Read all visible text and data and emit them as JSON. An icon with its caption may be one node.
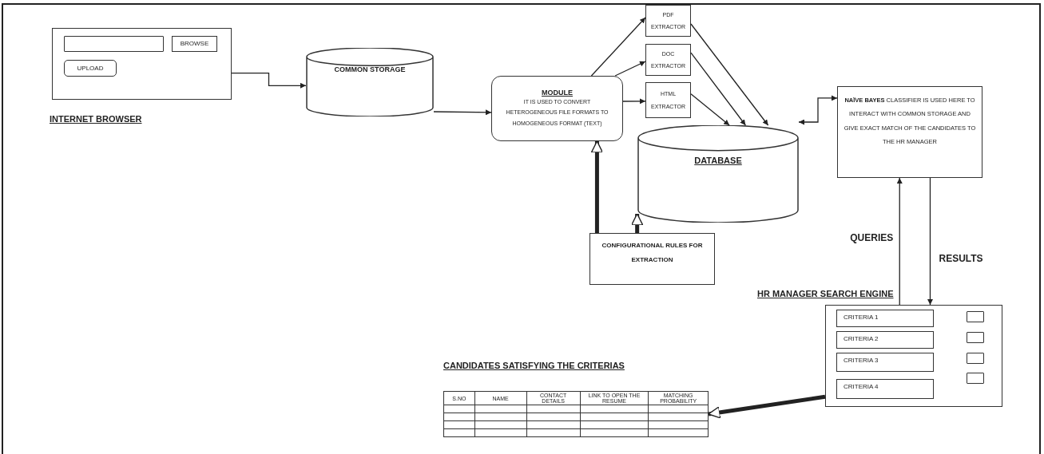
{
  "diagram": {
    "nodes": [
      {
        "text": [
          "INTERNET BROWSER"
        ]
      },
      {
        "text": [],
        "shape": "box",
        "in": 0
      },
      {
        "text": [
          "BROWSE"
        ],
        "in": 0
      },
      {
        "text": [
          "UPLOAD"
        ],
        "in": 0
      },
      {
        "text": [
          "COMMON STORAGE"
        ]
      },
      {
        "text": [
          "MODULE",
          "IT IS USED TO CONVERT HETEROGENEOUS FILE FORMATS TO HOMOGENEOUS FORMAT (TEXT)"
        ]
      },
      {
        "text": [
          "PDF EXTRACTOR"
        ]
      },
      {
        "text": [
          "DOC EXTRACTOR"
        ]
      },
      {
        "text": [
          "HTML EXTRACTOR"
        ]
      },
      {
        "text": [
          "DATABASE"
        ]
      },
      {
        "text": [
          "**NAÏVE BAYES** CLASSIFIER IS USED HERE TO INTERACT WITH COMMON STORAGE AND GIVE EXACT MATCH OF THE CANDIDATES TO THE HR MANAGER"
        ]
      },
      {
        "text": [
          "CONFIGURATIONAL RULES FOR EXTRACTION"
        ]
      },
      {
        "text": [
          "HR MANAGER SEARCH ENGINE"
        ]
      },
      {
        "text": [
          "CRITERIA 1"
        ],
        "in": 12
      },
      {
        "text": [
          "CRITERIA 2"
        ],
        "in": 12
      },
      {
        "text": [
          "CRITERIA 3"
        ],
        "in": 12
      },
      {
        "text": [
          "CRITERIA 4"
        ],
        "in": 12
      },
      {
        "text": [],
        "shape": "box",
        "in": 12
      },
      {
        "text": [],
        "shape": "box",
        "in": 12
      },
      {
        "text": [],
        "shape": "box",
        "in": 12
      },
      {
        "text": [],
        "shape": "box",
        "in": 12
      },
      {
        "text": [
          "CANDIDATES SATISFYING THE CRITERIAS"
        ]
      }
    ],
    "edges": [
      {
        "from": 0,
        "to": 4,
        "arrow": "to"
      },
      {
        "from": 4,
        "to": 5,
        "arrow": "to"
      },
      {
        "from": 5,
        "to": 6,
        "arrow": "to"
      },
      {
        "from": 5,
        "to": 7,
        "arrow": "to"
      },
      {
        "from": 5,
        "to": 8,
        "arrow": "to"
      },
      {
        "from": 6,
        "to": 9,
        "arrow": "to"
      },
      {
        "from": 7,
        "to": 9,
        "arrow": "to"
      },
      {
        "from": 8,
        "to": 9,
        "arrow": "to"
      },
      {
        "from": 9,
        "to": 10,
        "arrow": "both"
      },
      {
        "from": 11,
        "to": 5,
        "arrow": "to",
        "style": "thick"
      },
      {
        "from": 11,
        "to": 9,
        "arrow": "to",
        "style": "thick"
      },
      {
        "from": 12,
        "to": 10,
        "arrow": "to",
        "label": "QUERIES"
      },
      {
        "from": 10,
        "to": 12,
        "arrow": "to",
        "label": "RESULTS"
      },
      {
        "from": 12,
        "to": 21,
        "arrow": "to",
        "style": "thick"
      }
    ],
    "labels": [
      "S.NO",
      "NAME",
      "CONTACT DETAILS",
      "LINK TO OPEN THE RESUME",
      "MATCHING PROBABILITY"
    ]
  }
}
